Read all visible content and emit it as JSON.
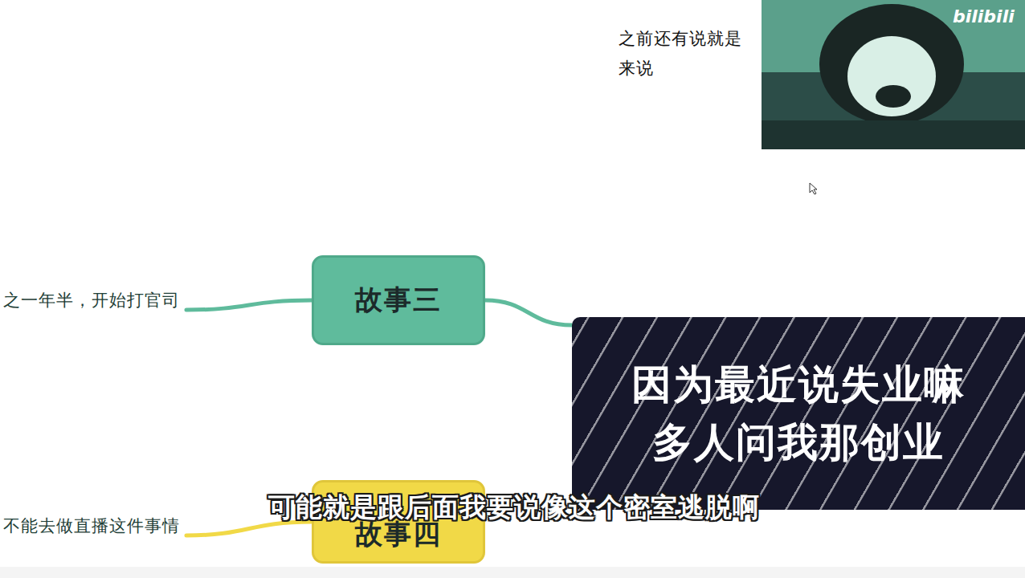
{
  "diagram": {
    "nodes": [
      {
        "text": [
          "之一年半，开始打官司"
        ]
      },
      {
        "text": [
          "故事三"
        ]
      },
      {
        "text": [
          "因为最近说失业嘛 多人问我那创业"
        ]
      },
      {
        "text": [
          "不能去做直播这件事情"
        ]
      },
      {
        "text": [
          "故事四"
        ]
      }
    ],
    "edges": [
      {
        "from": 1,
        "to": 0,
        "arrow": "none"
      },
      {
        "from": 1,
        "to": 2,
        "arrow": "none"
      },
      {
        "from": 4,
        "to": 3,
        "arrow": "none"
      }
    ],
    "labels": [
      "之前还有说就是",
      "来说",
      "bilibili",
      "可能就是跟后面我要说像这个密室逃脱啊"
    ]
  }
}
